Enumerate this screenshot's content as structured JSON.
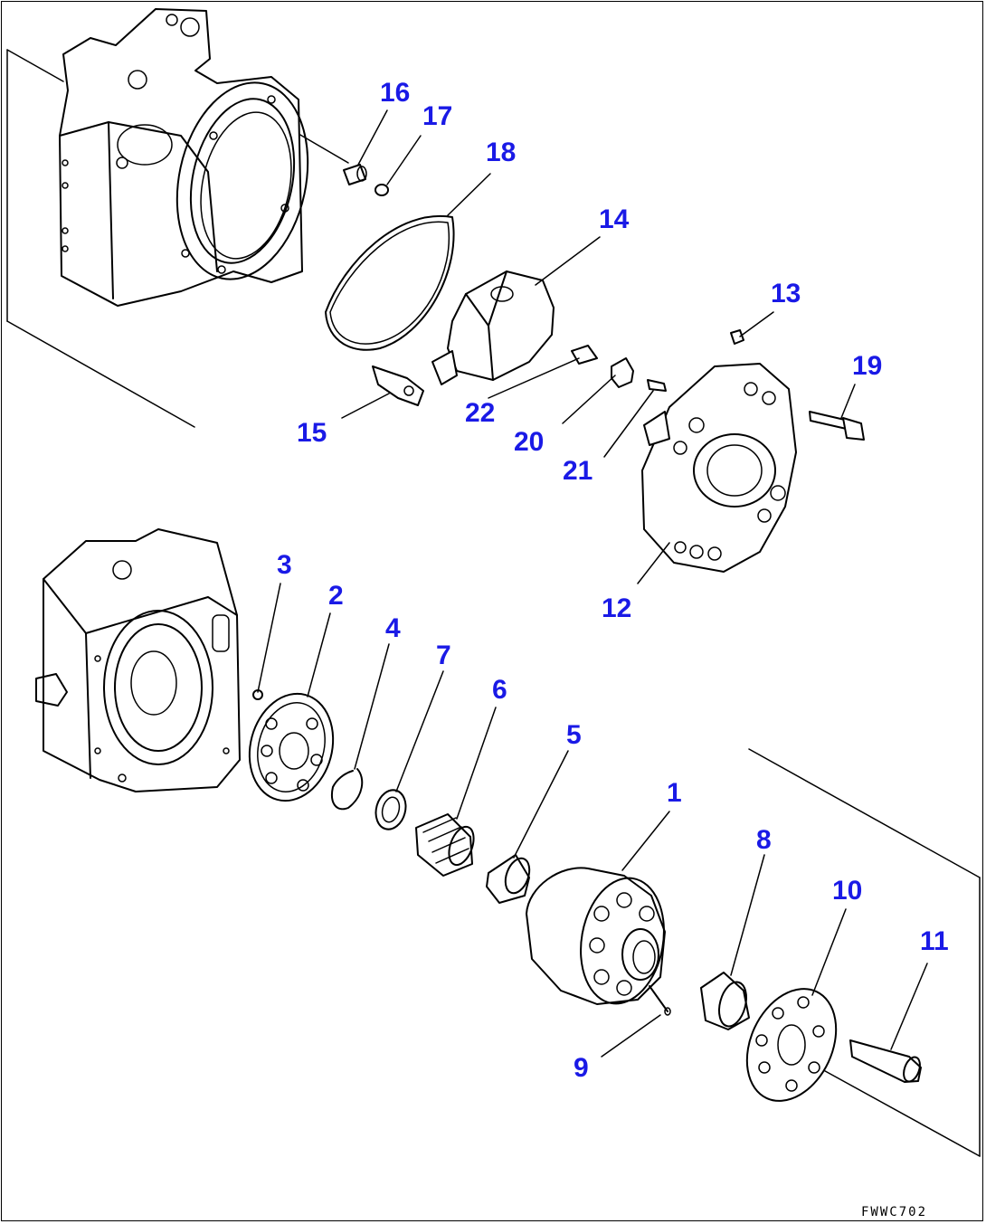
{
  "drawing_code": "FWWC702",
  "callouts": {
    "c1": "1",
    "c2": "2",
    "c3": "3",
    "c4": "4",
    "c5": "5",
    "c6": "6",
    "c7": "7",
    "c8": "8",
    "c9": "9",
    "c10": "10",
    "c11": "11",
    "c12": "12",
    "c13": "13",
    "c14": "14",
    "c15": "15",
    "c16": "16",
    "c17": "17",
    "c18": "18",
    "c19": "19",
    "c20": "20",
    "c21": "21",
    "c22": "22"
  },
  "colors": {
    "callout": "#1a1ae6",
    "line": "#000000",
    "background": "#ffffff"
  }
}
